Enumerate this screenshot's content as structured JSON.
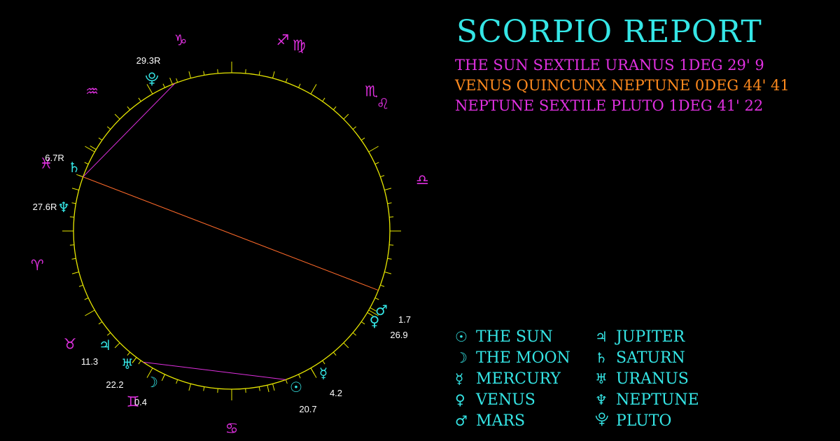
{
  "title": "SCORPIO REPORT",
  "aspects": [
    {
      "text": "THE SUN SEXTILE URANUS 1DEG 29' 9",
      "color": "#e030e0"
    },
    {
      "text": "VENUS QUINCUNX NEPTUNE 0DEG 44' 41",
      "color": "#ff8a1e"
    },
    {
      "text": "NEPTUNE SEXTILE PLUTO 1DEG 41' 22",
      "color": "#e030e0"
    }
  ],
  "legend": [
    {
      "glyph": "☉",
      "name": "THE SUN"
    },
    {
      "glyph": "♃",
      "name": "JUPITER"
    },
    {
      "glyph": "☽",
      "name": "THE MOON"
    },
    {
      "glyph": "♄",
      "name": "SATURN"
    },
    {
      "glyph": "☿",
      "name": "MERCURY"
    },
    {
      "glyph": "♅",
      "name": "URANUS"
    },
    {
      "glyph": "♀",
      "name": "VENUS"
    },
    {
      "glyph": "♆",
      "name": "NEPTUNE"
    },
    {
      "glyph": "♂",
      "name": "MARS"
    },
    {
      "glyph": "⯓",
      "name": "PLUTO"
    }
  ],
  "colors": {
    "wheel": "#e8e800",
    "planet": "#35e6e6",
    "sign": "#e030e0",
    "label": "#ffffff",
    "aspect_sextile": "#e030e0",
    "aspect_quincunx": "#ff6a2a"
  },
  "signs": [
    {
      "name": "virgo-sign",
      "glyph": "♍",
      "angle": 70
    },
    {
      "name": "leo-sign",
      "glyph": "♌",
      "angle": 40
    },
    {
      "name": "cancer-sign",
      "glyph": "♋",
      "angle": 270
    },
    {
      "name": "gemini-sign",
      "glyph": "♊",
      "angle": 240
    },
    {
      "name": "taurus-sign",
      "glyph": "♉",
      "angle": 215
    },
    {
      "name": "aries-sign",
      "glyph": "♈",
      "angle": 190
    },
    {
      "name": "pisces-sign",
      "glyph": "♓",
      "angle": 160
    },
    {
      "name": "aquarius-sign",
      "glyph": "♒",
      "angle": 135
    },
    {
      "name": "capricorn-sign",
      "glyph": "♑",
      "angle": 105
    },
    {
      "name": "sagittarius-sign",
      "glyph": "♐",
      "angle": 75
    },
    {
      "name": "scorpio-sign",
      "glyph": "♏",
      "angle": 45
    },
    {
      "name": "libra-sign",
      "glyph": "♎",
      "angle": 15
    }
  ],
  "planets": [
    {
      "name": "pluto",
      "glyph": "⯓",
      "label": "29.3R"
    },
    {
      "name": "saturn",
      "glyph": "♄",
      "label": "6.7R"
    },
    {
      "name": "neptune",
      "glyph": "♆",
      "label": "27.6R"
    },
    {
      "name": "mars",
      "glyph": "♂",
      "label": "1.7"
    },
    {
      "name": "venus",
      "glyph": "♀",
      "label": "26.9"
    },
    {
      "name": "jupiter",
      "glyph": "♃",
      "label": "11.3"
    },
    {
      "name": "uranus",
      "glyph": "♅",
      "label": "22.2"
    },
    {
      "name": "moon",
      "glyph": "☽",
      "label": "0.4"
    },
    {
      "name": "sun",
      "glyph": "☉",
      "label": "20.7"
    },
    {
      "name": "mercury",
      "glyph": "☿",
      "label": "4.2"
    }
  ]
}
